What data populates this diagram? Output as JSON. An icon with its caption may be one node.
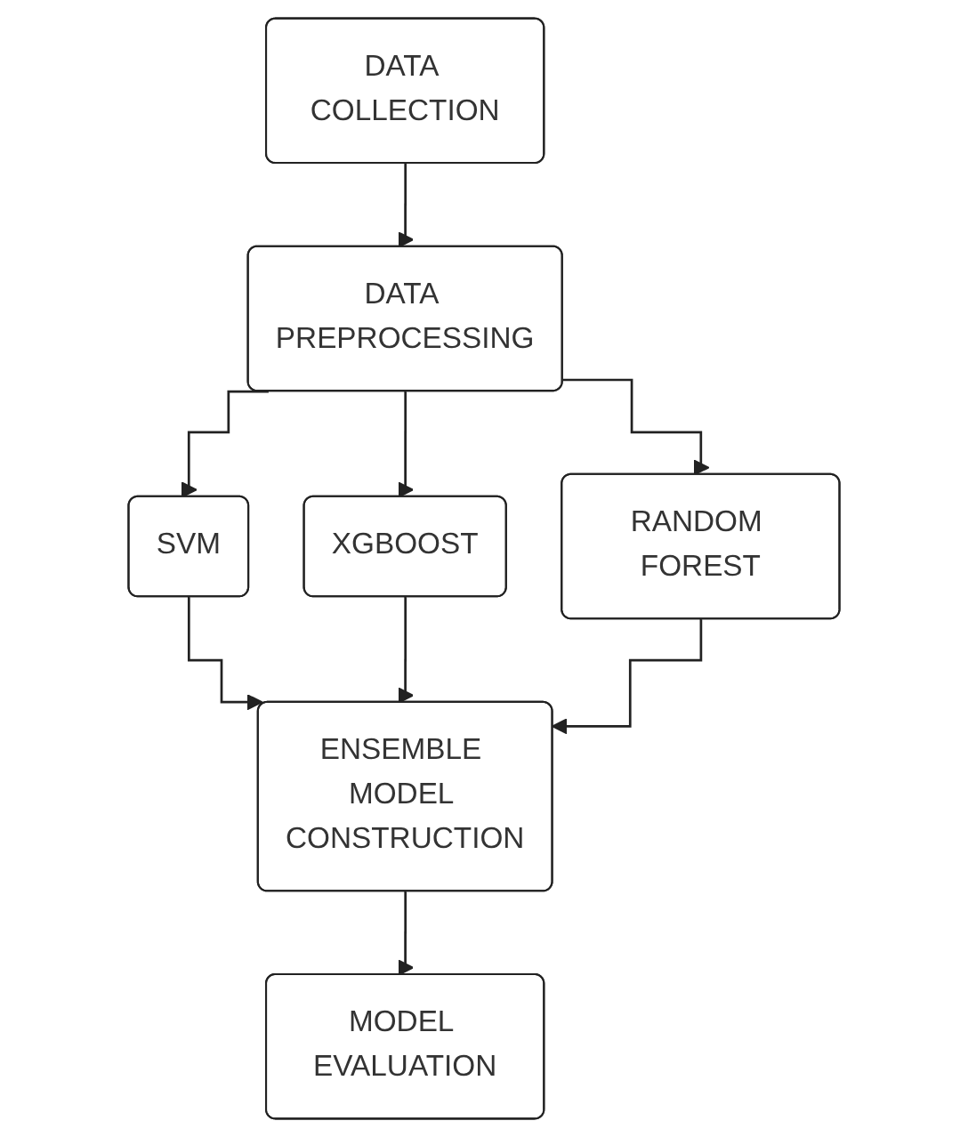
{
  "diagram": {
    "nodes": [
      {
        "text": [
          "DATA COLLECTION"
        ]
      },
      {
        "text": [
          "DATA PREPROCESSING"
        ]
      },
      {
        "text": [
          "SVM"
        ]
      },
      {
        "text": [
          "XGBOOST"
        ]
      },
      {
        "text": [
          "RANDOM FOREST"
        ]
      },
      {
        "text": [
          "ENSEMBLE MODEL CONSTRUCTION"
        ]
      },
      {
        "text": [
          "MODEL EVALUATION"
        ]
      }
    ],
    "edges": [
      {
        "from": 0,
        "to": 1,
        "arrow": "to"
      },
      {
        "from": 1,
        "to": 2,
        "arrow": "to"
      },
      {
        "from": 1,
        "to": 3,
        "arrow": "to"
      },
      {
        "from": 1,
        "to": 4,
        "arrow": "to"
      },
      {
        "from": 2,
        "to": 5,
        "arrow": "to"
      },
      {
        "from": 3,
        "to": 5,
        "arrow": "to"
      },
      {
        "from": 4,
        "to": 5,
        "arrow": "to"
      },
      {
        "from": 5,
        "to": 6,
        "arrow": "to"
      }
    ]
  }
}
